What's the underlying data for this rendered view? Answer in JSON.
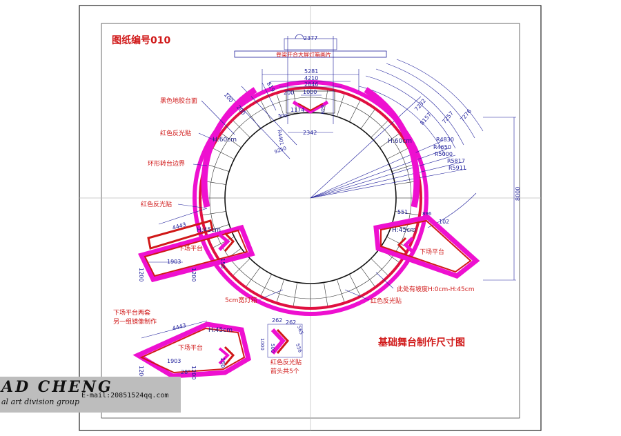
{
  "drawing_no": "图纸编号010",
  "title": "基础舞台制作尺寸图",
  "screen_label": "脊梁开合大屏灯箱画片",
  "labels": {
    "black_floor": "黑色地胶台面",
    "red_reflect_1": "红色反光贴",
    "ring_boundary": "环形转台边界",
    "red_reflect_2": "红色反光贴",
    "exit_platform_left": "下场平台",
    "exit_platform_right": "下场平台",
    "exit_platform_detail": "下场平台",
    "lightbox_5cm": "5cm宽灯箱",
    "red_reflect_bottom": "红色反光贴",
    "slope_note": "此处有坡度H:0cm-H:45cm",
    "exit_note_1": "下场平台两套",
    "exit_note_2": "另一组镜像制作",
    "arrow_note_1": "红色反光贴",
    "arrow_note_2": "箭头共5个"
  },
  "heights": {
    "h60_left": "H:60cm",
    "h60_right": "H:60cm",
    "h45_left": "H:45cm",
    "h45_right": "H:45cm",
    "h45_detail": "H:45cm"
  },
  "dimensions": {
    "d2377": "2377",
    "d5281": "5281",
    "d4210": "4210",
    "d2846": "2846",
    "d1000": "1000",
    "d200": "200",
    "d649": "649",
    "d1174": "1174",
    "d500": "500",
    "d2342": "2342",
    "d100": "100",
    "d200b": "200",
    "d819": "819",
    "r4401": "R4401",
    "d9250": "9250",
    "d7232": "7232",
    "d8157": "8157",
    "d7257": "7257",
    "d7276": "7276",
    "r4830": "R4830",
    "r4650": "R4650",
    "r5000": "R5000",
    "r5817": "R5817",
    "r5911": "R5911",
    "d8000": "8000",
    "d551": "551",
    "d896": "896",
    "d102": "102",
    "d4443": "4443",
    "d1903": "1903",
    "d1200": "1200",
    "d1200b": "1200",
    "d150": "150",
    "d4443b": "4443",
    "d1903b": "1903",
    "d1200c": "1200",
    "d1200d": "1200",
    "d150b": "150",
    "d28deg": "28°",
    "a262": "262",
    "a262b": "262",
    "a1000": "1000",
    "a565": "565",
    "a500": "500",
    "a556": "556"
  },
  "watermark": {
    "logo": "AD CHENG",
    "subtitle": "al art division group",
    "email": "E-mail:20851524qq.com"
  },
  "colors": {
    "red": "#d01818",
    "magenta": "#ee10d0",
    "blue": "#1c1c9a",
    "frame": "#222222"
  }
}
